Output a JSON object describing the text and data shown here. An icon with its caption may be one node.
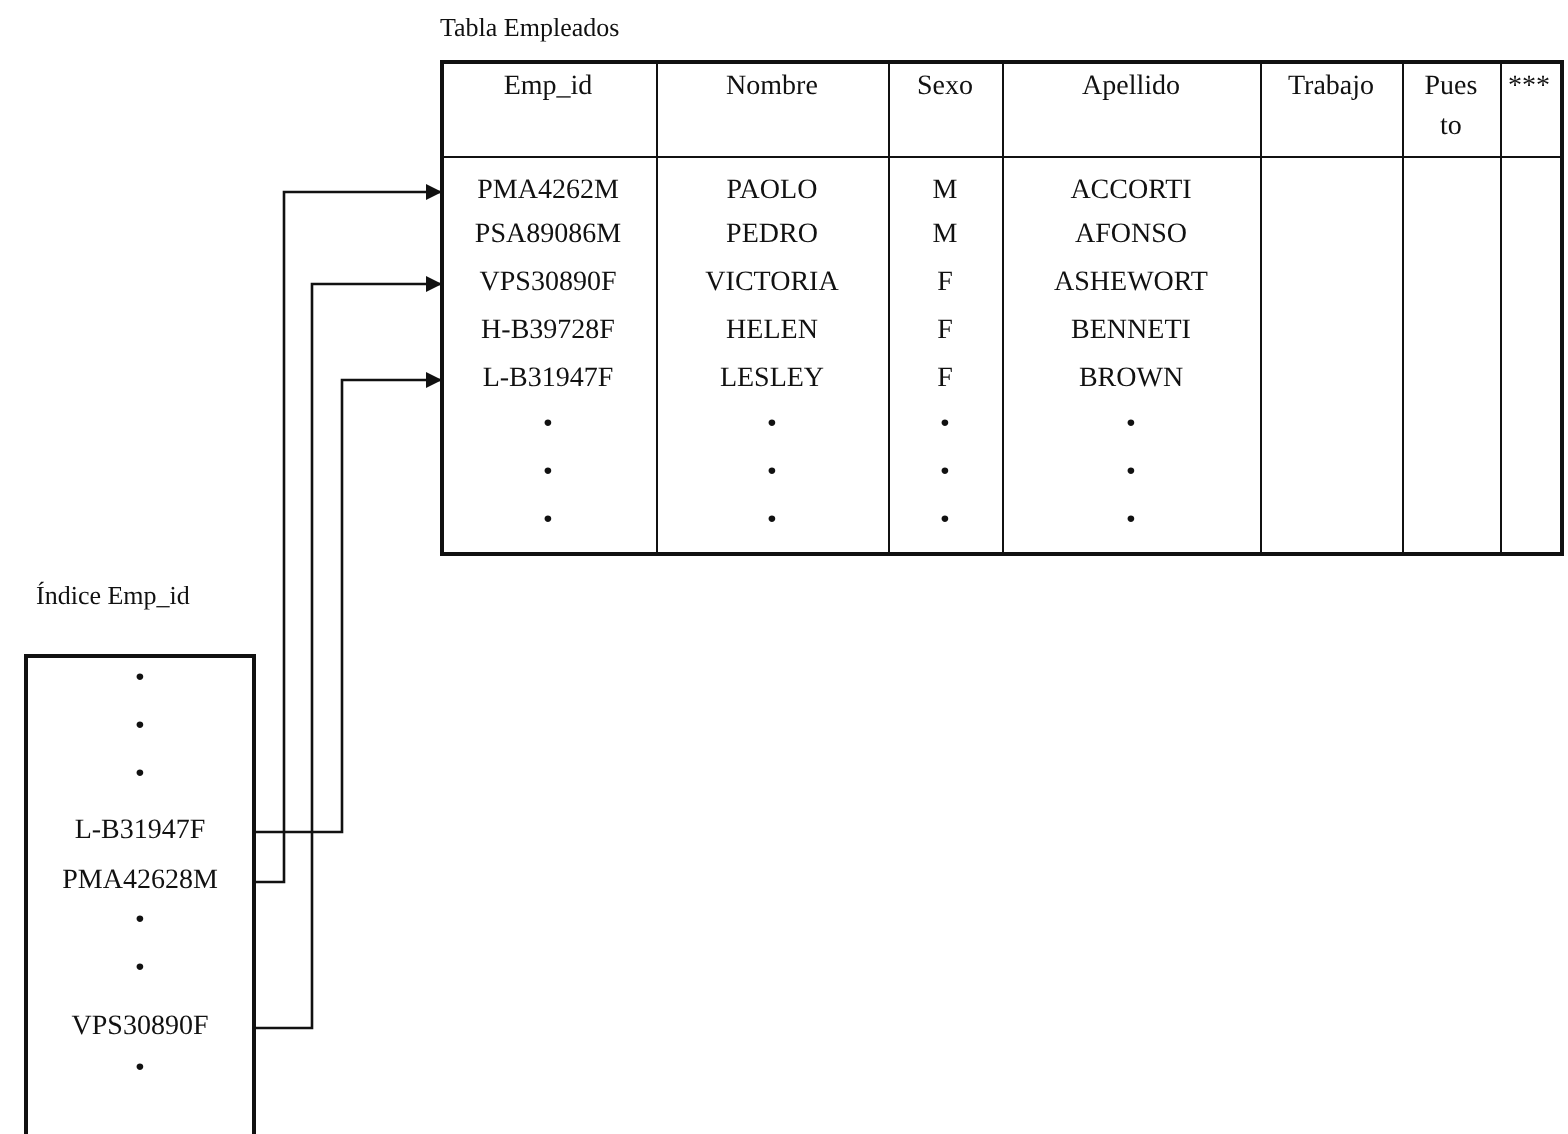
{
  "diagram": {
    "nodes": [
      {
        "text": [
          "Tabla Empleados"
        ]
      },
      {
        "text": [
          "PMA4262M"
        ],
        "in": 0
      },
      {
        "text": [
          "VPS30890F"
        ],
        "in": 0
      },
      {
        "text": [
          "L-B31947F"
        ],
        "in": 0
      },
      {
        "text": [
          "Índice Emp_id"
        ]
      },
      {
        "text": [
          "L-B31947F"
        ],
        "in": 4
      },
      {
        "text": [
          "PMA42628M"
        ],
        "in": 4
      },
      {
        "text": [
          "VPS30890F"
        ],
        "in": 4
      }
    ],
    "edges": [
      {
        "from": 5,
        "to": 3,
        "arrow": "to"
      },
      {
        "from": 6,
        "to": 1,
        "arrow": "to"
      },
      {
        "from": 7,
        "to": 2,
        "arrow": "to"
      }
    ],
    "labels": [
      "Emp_id",
      "Nombre",
      "Sexo",
      "Apellido",
      "Trabajo",
      "Pues to",
      "***",
      "PAOLO",
      "M",
      "ACCORTI",
      "PSA89086M",
      "PEDRO",
      "M",
      "AFONSO",
      "VICTORIA",
      "F",
      "ASHEWORT",
      "H-B39728F",
      "HELEN",
      "F",
      "BENNETI",
      "LESLEY",
      "F",
      "BROWN",
      "•",
      "•",
      "•",
      "•",
      "•",
      "•",
      "•",
      "•",
      "•",
      "•",
      "•",
      "•",
      "•",
      "•",
      "•",
      "•",
      "•",
      "•"
    ]
  }
}
